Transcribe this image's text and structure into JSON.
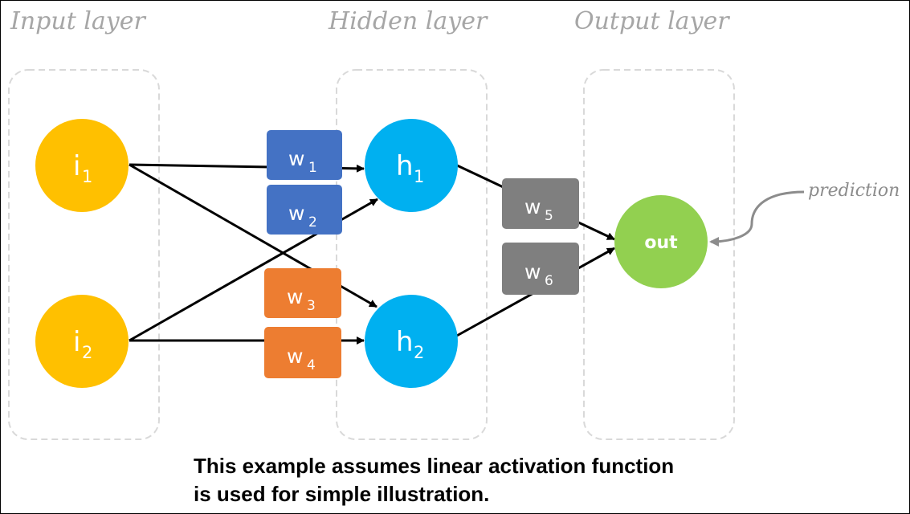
{
  "layers": {
    "input": "Input layer",
    "hidden": "Hidden layer",
    "output": "Output layer"
  },
  "nodes": {
    "i1": {
      "main": "i",
      "sub": "1"
    },
    "i2": {
      "main": "i",
      "sub": "2"
    },
    "h1": {
      "main": "h",
      "sub": "1"
    },
    "h2": {
      "main": "h",
      "sub": "2"
    },
    "out": {
      "label": "out"
    }
  },
  "weights": {
    "w1": {
      "main": "w",
      "sub": "1"
    },
    "w2": {
      "main": "w",
      "sub": "2"
    },
    "w3": {
      "main": "w",
      "sub": "3"
    },
    "w4": {
      "main": "w",
      "sub": "4"
    },
    "w5": {
      "main": "w",
      "sub": "5"
    },
    "w6": {
      "main": "w",
      "sub": "6"
    }
  },
  "annotation": "prediction",
  "caption": {
    "line1": "This example assumes linear activation function",
    "line2": "is used for simple illustration."
  },
  "colors": {
    "input_node": "#ffc000",
    "hidden_node": "#00b0f0",
    "output_node": "#92d050",
    "weight_blue": "#4472c4",
    "weight_orange": "#ed7d31",
    "weight_gray": "#7f7f7f",
    "layer_box_border": "#d9d9d9",
    "title_text": "#a6a6a6"
  }
}
